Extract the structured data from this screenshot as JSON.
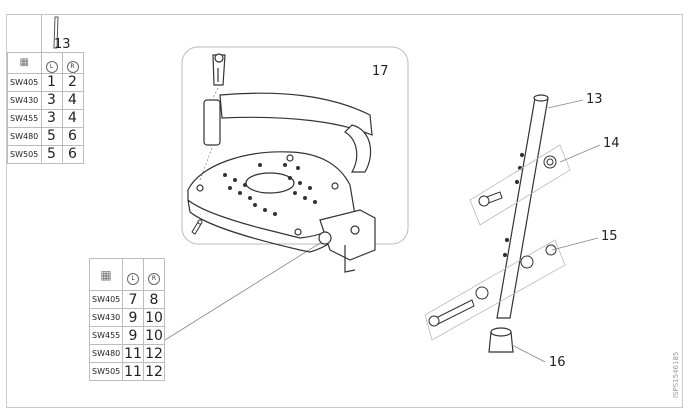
{
  "table_top": {
    "part_number": "13",
    "header_left": "L",
    "header_right": "R",
    "rows": [
      {
        "model": "SW405",
        "left": "1",
        "right": "2"
      },
      {
        "model": "SW430",
        "left": "3",
        "right": "4"
      },
      {
        "model": "SW455",
        "left": "3",
        "right": "4"
      },
      {
        "model": "SW480",
        "left": "5",
        "right": "6"
      },
      {
        "model": "SW505",
        "left": "5",
        "right": "6"
      }
    ]
  },
  "table_bottom": {
    "header_left": "L",
    "header_right": "R",
    "rows": [
      {
        "model": "SW405",
        "left": "7",
        "right": "8"
      },
      {
        "model": "SW430",
        "left": "9",
        "right": "10"
      },
      {
        "model": "SW455",
        "left": "9",
        "right": "10"
      },
      {
        "model": "SW480",
        "left": "11",
        "right": "12"
      },
      {
        "model": "SW505",
        "left": "11",
        "right": "12"
      }
    ]
  },
  "callouts": {
    "c17": "17",
    "c13": "13",
    "c14": "14",
    "c15": "15",
    "c16": "16"
  },
  "reference_code": "ISPS1546185"
}
